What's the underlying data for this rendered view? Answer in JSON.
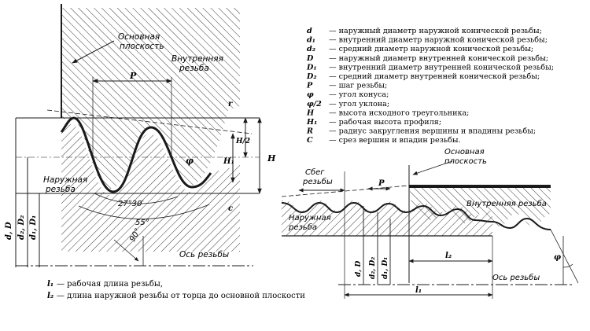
{
  "colors": {
    "ink": "#1a1a1a",
    "hatch": "#3a3a3a",
    "paper": "#ffffff"
  },
  "left_figure": {
    "basic_plane_label": [
      "Основная",
      "плоскость"
    ],
    "internal_thread_label": [
      "Внутренняя",
      "резьба"
    ],
    "external_thread_label": [
      "Наружная",
      "резьба"
    ],
    "thread_axis_label": "Ось резьбы",
    "angle_27_30": "27°30′",
    "angle_55": "55°",
    "angle_90": "90°",
    "pitch_label": "P",
    "phi_label": "φ",
    "dim_H": "H",
    "dim_H1": "H₁",
    "dim_H_half": "H/2",
    "dim_r": "r",
    "dim_c": "c",
    "dim_d_D": "d, D",
    "dim_d2_D2": "d₂, D₂",
    "dim_d1_D1": "d₁, D₁"
  },
  "legend": [
    {
      "sym": "d",
      "text": "— наружный диаметр наружной конической резьбы;"
    },
    {
      "sym": "d₁",
      "text": "— внутренний диаметр наружной конической резьбы;"
    },
    {
      "sym": "d₂",
      "text": "— средний диаметр наружной конической резьбы;"
    },
    {
      "sym": "D",
      "text": "— наружный диаметр внутренней конической резьбы;"
    },
    {
      "sym": "D₁",
      "text": "— внутренний диаметр внутренней конической резьбы;"
    },
    {
      "sym": "D₂",
      "text": "— средний диаметр внутренней конической резьбы;"
    },
    {
      "sym": "P",
      "text": "— шаг резьбы;"
    },
    {
      "sym": "φ",
      "text": "— угол конуса;"
    },
    {
      "sym": "φ/2",
      "text": "— угол уклона;"
    },
    {
      "sym": "H",
      "text": "— высота исходного треугольника;"
    },
    {
      "sym": "H₁",
      "text": "— рабочая высота профиля;"
    },
    {
      "sym": "R",
      "text": "— радиус закругления вершины и впадины резьбы;"
    },
    {
      "sym": "C",
      "text": "— срез вершин и впадин резьбы."
    }
  ],
  "right_figure": {
    "runout_label": [
      "Сбег",
      "резьбы"
    ],
    "basic_plane_label": [
      "Основная",
      "плоскость"
    ],
    "internal_thread_label": "Внутренняя резьба",
    "external_thread_label": [
      "Наружная",
      "резьба"
    ],
    "thread_axis_label": "Ось резьбы",
    "pitch_label": "P",
    "dim_l2": "l₂",
    "dim_l1": "l₁",
    "dim_d_D": "d, D",
    "dim_d2_D2": "d₂, D₂",
    "dim_d1_D1": "d₁, D₁",
    "phi_label": "φ"
  },
  "footnotes": [
    {
      "sym": "l₁",
      "text": "— рабочая длина резьбы,"
    },
    {
      "sym": "l₂",
      "text": "— длина наружной резьбы от торца до основной плоскости"
    }
  ]
}
